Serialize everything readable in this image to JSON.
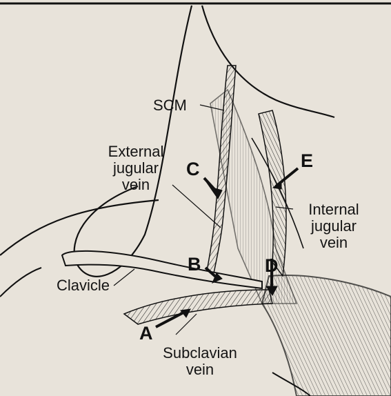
{
  "diagram": {
    "labels": {
      "scm": "SCM",
      "external_jugular": [
        "External",
        "jugular",
        "vein"
      ],
      "internal_jugular": [
        "Internal",
        "jugular",
        "vein"
      ],
      "clavicle": "Clavicle",
      "subclavian": [
        "Subclavian",
        "vein"
      ]
    },
    "letters": {
      "a": "A",
      "b": "B",
      "c": "C",
      "d": "D",
      "e": "E"
    }
  },
  "colors": {
    "ink": "#141414",
    "paper": "#e8e3da",
    "faint_text": "#b9b3a8"
  }
}
